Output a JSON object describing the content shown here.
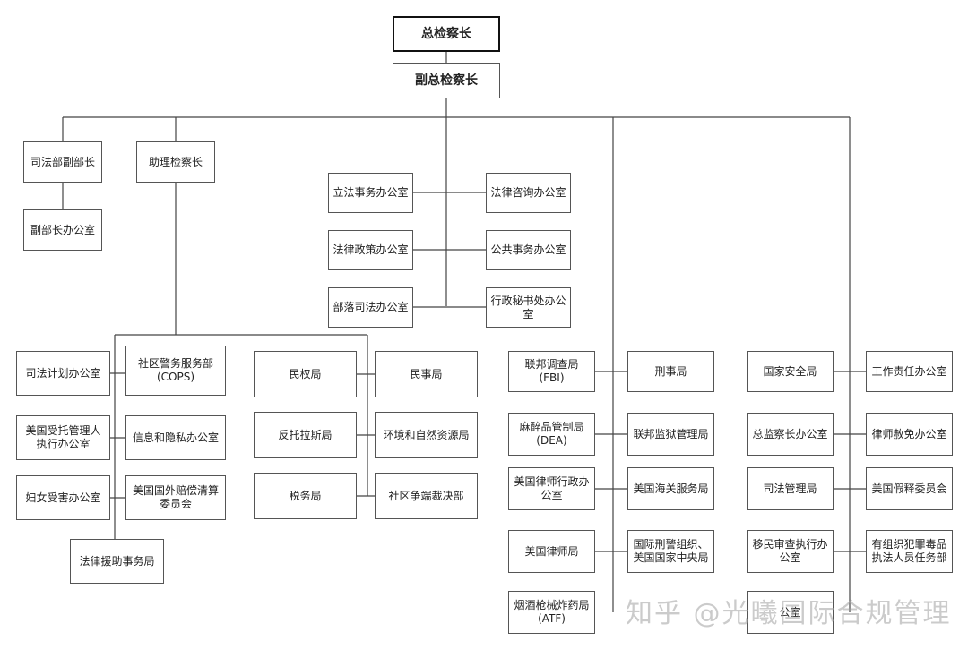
{
  "nodes": {
    "ag": "总检察长",
    "dag": "副总检察长",
    "deputy_justice": "司法部副部长",
    "deputy_office": "副部长办公室",
    "assoc_ag": "助理检察长",
    "legislative": "立法事务办公室",
    "legal_counsel": "法律咨询办公室",
    "legal_policy": "法律政策办公室",
    "public_affairs": "公共事务办公室",
    "tribal_justice": "部落司法办公室",
    "exec_secretariat": "行政秘书处办公室",
    "justice_programs": "司法计划办公室",
    "cops": "社区警务服务部(COPS)",
    "trustee": "美国受托管理人执行办公室",
    "privacy": "信息和隐私办公室",
    "women": "妇女受害办公室",
    "foreign_claims": "美国国外赔偿清算委员会",
    "legal_aid": "法律援助事务局",
    "civil_rights": "民权局",
    "civil": "民事局",
    "antitrust": "反托拉斯局",
    "env": "环境和自然资源局",
    "tax": "税务局",
    "community": "社区争端裁决部",
    "fbi": "联邦调查局(FBI)",
    "criminal": "刑事局",
    "dea": "麻醉品管制局(DEA)",
    "prisons": "联邦监狱管理局",
    "eousa": "美国律师行政办公室",
    "customs": "美国海关服务局",
    "usao": "美国律师局",
    "interpol": "国际刑警组织、美国国家中央局",
    "atf": "烟酒枪械炸药局(ATF)",
    "nsd": "国家安全局",
    "responsibility": "工作责任办公室",
    "oig": "总监察长办公室",
    "pardon": "律师赦免办公室",
    "judicial_admin": "司法管理局",
    "parole": "美国假释委员会",
    "immigration": "移民审查执行办公室",
    "ocdetf": "有组织犯罪毒品执法人员任务部",
    "partial": "公室"
  },
  "watermark": "知乎 @光曦国际合规管理"
}
